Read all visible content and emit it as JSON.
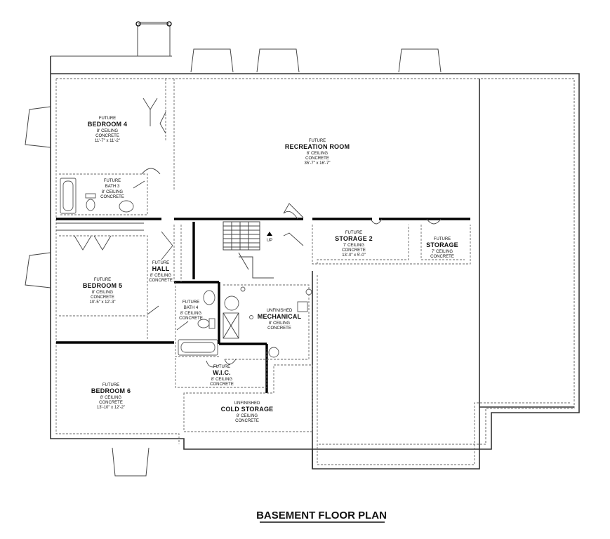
{
  "plan_title": "BASEMENT FLOOR PLAN",
  "rooms": {
    "bedroom4": {
      "future": "FUTURE",
      "name": "BEDROOM 4",
      "ceiling": "8' CEILING",
      "floor": "CONCRETE",
      "size": "11'-7\" x 11'-2\""
    },
    "recreation": {
      "future": "FUTURE",
      "name": "RECREATION ROOM",
      "ceiling": "8' CEILING",
      "floor": "CONCRETE",
      "size": "35'-7\" x 16'-7\""
    },
    "bath3": {
      "future": "FUTURE",
      "name": "BATH 3",
      "ceiling": "8' CEILING",
      "floor": "CONCRETE"
    },
    "storage2": {
      "future": "FUTURE",
      "name": "STORAGE 2",
      "ceiling": "7' CEILING",
      "floor": "CONCRETE",
      "size": "13'-0\" x 5'-0\""
    },
    "storage": {
      "future": "FUTURE",
      "name": "STORAGE",
      "ceiling": "7' CEILING",
      "floor": "CONCRETE"
    },
    "hall": {
      "future": "FUTURE",
      "name": "HALL",
      "ceiling": "8' CEILING",
      "floor": "CONCRETE"
    },
    "bedroom5": {
      "future": "FUTURE",
      "name": "BEDROOM 5",
      "ceiling": "8' CEILING",
      "floor": "CONCRETE",
      "size": "10'-5\" x 12'-3\""
    },
    "bath4": {
      "future": "FUTURE",
      "name": "BATH 4",
      "ceiling": "8' CEILING",
      "floor": "CONCRETE"
    },
    "mechanical": {
      "future": "UNFINISHED",
      "name": "MECHANICAL",
      "ceiling": "8' CEILING",
      "floor": "CONCRETE"
    },
    "wic": {
      "future": "FUTURE",
      "name": "W.I.C.",
      "ceiling": "8' CEILING",
      "floor": "CONCRETE"
    },
    "bedroom6": {
      "future": "FUTURE",
      "name": "BEDROOM 6",
      "ceiling": "8' CEILING",
      "floor": "CONCRETE",
      "size": "13'-10\" x 12'-2\""
    },
    "cold": {
      "future": "UNFINISHED",
      "name": "COLD STORAGE",
      "ceiling": "8' CEILING",
      "floor": "CONCRETE"
    }
  },
  "stair_label": "UP"
}
